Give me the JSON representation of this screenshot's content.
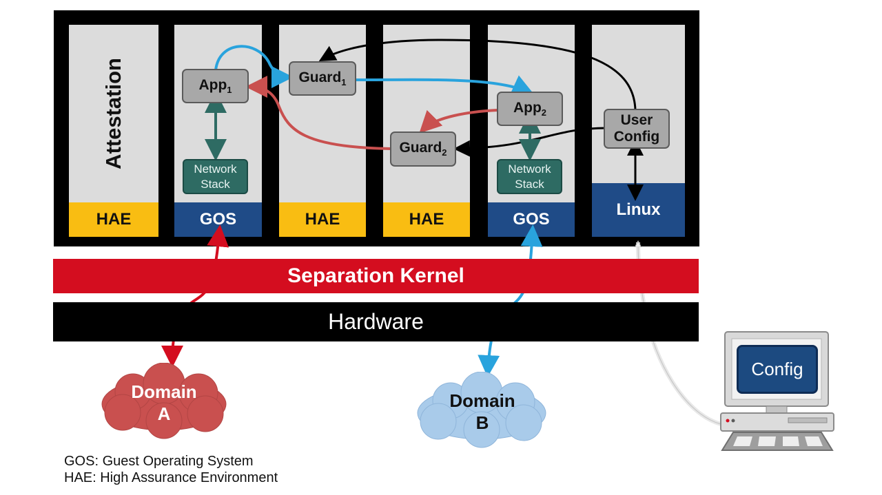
{
  "columns": {
    "attestation": "Attestation",
    "bands": [
      "HAE",
      "GOS",
      "HAE",
      "HAE",
      "GOS",
      "Linux"
    ]
  },
  "boxes": {
    "app1": "App",
    "app1_sub": "1",
    "guard1": "Guard",
    "guard1_sub": "1",
    "app2": "App",
    "app2_sub": "2",
    "guard2": "Guard",
    "guard2_sub": "2",
    "user_config_line1": "User",
    "user_config_line2": "Config",
    "network_stack_1_line1": "Network",
    "network_stack_1_line2": "Stack",
    "network_stack_2_line1": "Network",
    "network_stack_2_line2": "Stack"
  },
  "layers": {
    "separation_kernel": "Separation Kernel",
    "hardware": "Hardware"
  },
  "domains": {
    "a_line1": "Domain",
    "a_line2": "A",
    "b_line1": "Domain",
    "b_line2": "B"
  },
  "computer": {
    "screen_label": "Config"
  },
  "legend": {
    "gos": "GOS:  Guest Operating System",
    "hae": "HAE:  High Assurance Environment"
  },
  "colors": {
    "hae": "#f9bd12",
    "gos": "#1f4b87",
    "kernel": "#d40d1f",
    "domain_a": "#c9504f",
    "domain_b": "#a9cbea",
    "arrow_blue": "#29a3dd",
    "arrow_red": "#c9504f",
    "arrow_teal": "#2e6b63"
  }
}
